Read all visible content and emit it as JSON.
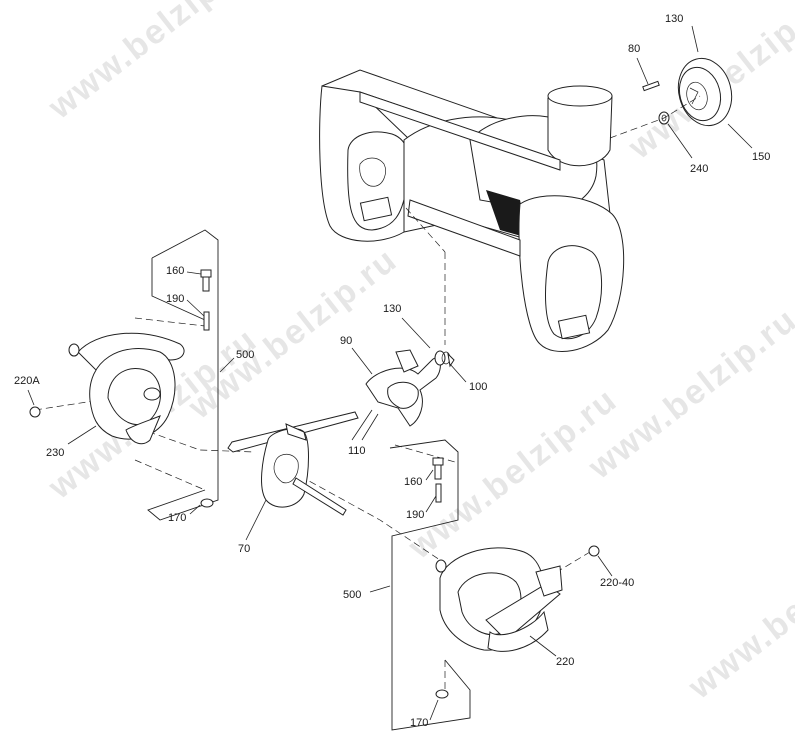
{
  "watermark": "www.belzip.ru",
  "callouts": {
    "c130_top": "130",
    "c80": "80",
    "c150": "150",
    "c240": "240",
    "c160_left": "160",
    "c190_left": "190",
    "c500_left": "500",
    "c220a": "220A",
    "c230": "230",
    "c170_left": "170",
    "c70": "70",
    "c130_mid": "130",
    "c90": "90",
    "c100": "100",
    "c110": "110",
    "c160_right": "160",
    "c190_right": "190",
    "c500_right": "500",
    "c220_40": "220-40",
    "c220": "220",
    "c170_right": "170"
  }
}
